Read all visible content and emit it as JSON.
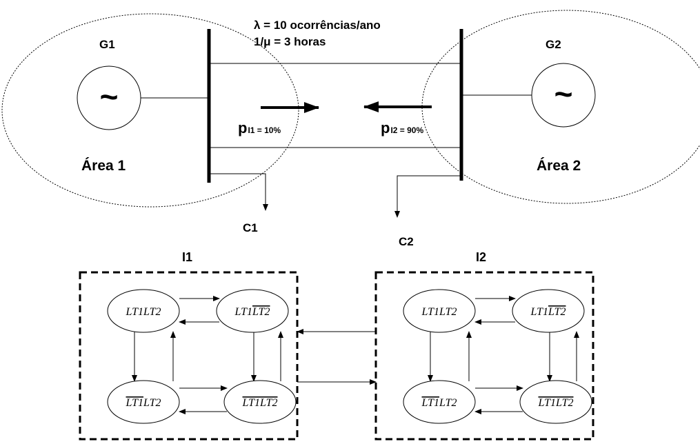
{
  "params": {
    "lambda": "λ = 10 ocorrências/ano",
    "mu": "1/μ = 3 horas"
  },
  "generators": {
    "g1_label": "G1",
    "g2_label": "G2",
    "symbol": "~"
  },
  "areas": {
    "area1": "Área 1",
    "area2": "Área 2"
  },
  "probabilities": {
    "p1_main": "p",
    "p1_sub": "I1 = 10%",
    "p2_main": "p",
    "p2_sub": "I2 = 90%"
  },
  "loads": {
    "c1": "C1",
    "c2": "C2"
  },
  "islands": {
    "i1": "I1",
    "i2": "I2"
  },
  "states": {
    "lt1": "LT1",
    "lt2": "LT2"
  }
}
